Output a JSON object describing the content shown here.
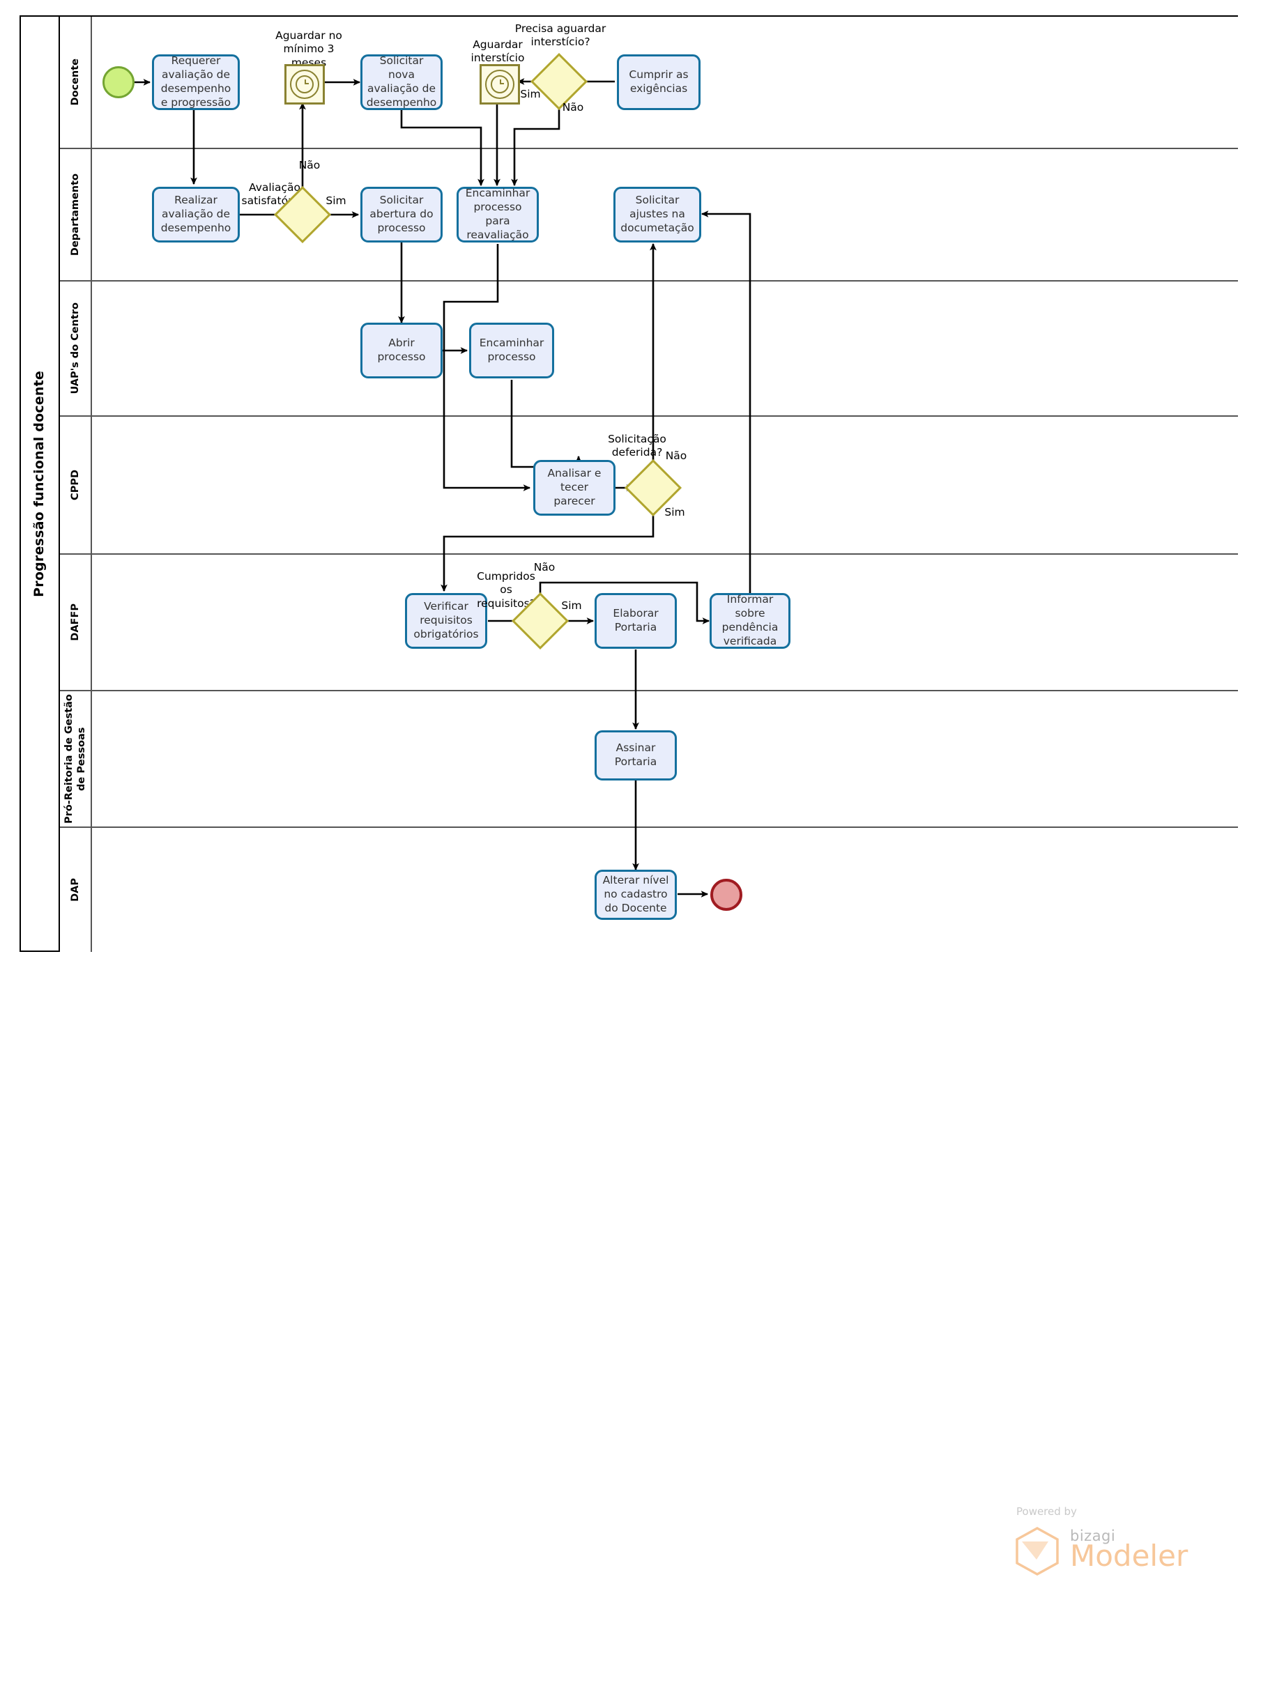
{
  "pool": {
    "title": "Progressão funcional docente"
  },
  "lanes": [
    {
      "id": "docente",
      "label": "Docente"
    },
    {
      "id": "departamento",
      "label": "Departamento"
    },
    {
      "id": "uaps",
      "label": "UAP's do Centro"
    },
    {
      "id": "cppd",
      "label": "CPPD"
    },
    {
      "id": "daffp",
      "label": "DAFFP"
    },
    {
      "id": "progep",
      "label": "Pró-Reitoria de Gestão de Pessoas"
    },
    {
      "id": "dap",
      "label": "DAP"
    }
  ],
  "tasks": [
    {
      "id": "requerer",
      "label": "Requerer avaliação de desempenho e progressão"
    },
    {
      "id": "solicitar-nova",
      "label": "Solicitar nova avaliação de desempenho"
    },
    {
      "id": "cumprir",
      "label": "Cumprir as exigências"
    },
    {
      "id": "realizar",
      "label": "Realizar avaliação de desempenho"
    },
    {
      "id": "solicitar-abert",
      "label": "Solicitar abertura do processo"
    },
    {
      "id": "encaminhar-reav",
      "label": "Encaminhar processo para reavaliação"
    },
    {
      "id": "solicitar-ajust",
      "label": "Solicitar ajustes na documetação"
    },
    {
      "id": "abrir-processo",
      "label": "Abrir processo"
    },
    {
      "id": "encaminhar-proc",
      "label": "Encaminhar processo"
    },
    {
      "id": "analisar",
      "label": "Analisar e tecer parecer"
    },
    {
      "id": "verificar",
      "label": "Verificar requisitos obrigatórios"
    },
    {
      "id": "elaborar",
      "label": "Elaborar Portaria"
    },
    {
      "id": "informar",
      "label": "Informar sobre pendência verificada"
    },
    {
      "id": "assinar",
      "label": "Assinar Portaria"
    },
    {
      "id": "alterar",
      "label": "Alterar nível no cadastro do Docente"
    }
  ],
  "events": [
    {
      "id": "start",
      "type": "start-event",
      "label": ""
    },
    {
      "id": "timer-3m",
      "type": "timer-event",
      "label": "Aguardar no mínimo 3 meses"
    },
    {
      "id": "timer-in",
      "type": "timer-event",
      "label": "Aguardar interstício"
    },
    {
      "id": "end",
      "type": "end-event",
      "label": ""
    }
  ],
  "gateways": [
    {
      "id": "gw-interst",
      "label": "Precisa aguardar interstício?"
    },
    {
      "id": "gw-avaliacao",
      "label": "Avaliação satisfatória?"
    },
    {
      "id": "gw-deferida",
      "label": "Solicitação deferida?"
    },
    {
      "id": "gw-requisit",
      "label": "Cumpridos os requisitos?"
    }
  ],
  "flow_labels": {
    "sim": "Sim",
    "nao": "Não",
    "gw_interst_sim": "Sim",
    "gw_interst_nao": "Não",
    "gw_avaliacao_nao": "Não",
    "gw_avaliacao_sim": "Sim",
    "gw_deferida_nao": "Não",
    "gw_deferida_sim": "Sim",
    "gw_requisit_nao": "Não",
    "gw_requisit_sim": "Sim"
  },
  "branding": {
    "powered_by": "Powered by",
    "brand": "bizagi",
    "product": "Modeler"
  },
  "colors": {
    "task_fill": "#e8edfb",
    "task_stroke": "#14709e",
    "gateway_fill": "#fbf9c8",
    "gateway_stroke": "#b0a52e",
    "start_fill": "#cdf080",
    "start_stroke": "#74a532",
    "end_fill": "#e8a0a0",
    "end_stroke": "#a01b21",
    "timer_stroke": "#8a8231",
    "brand_orange": "#f7c79a"
  }
}
